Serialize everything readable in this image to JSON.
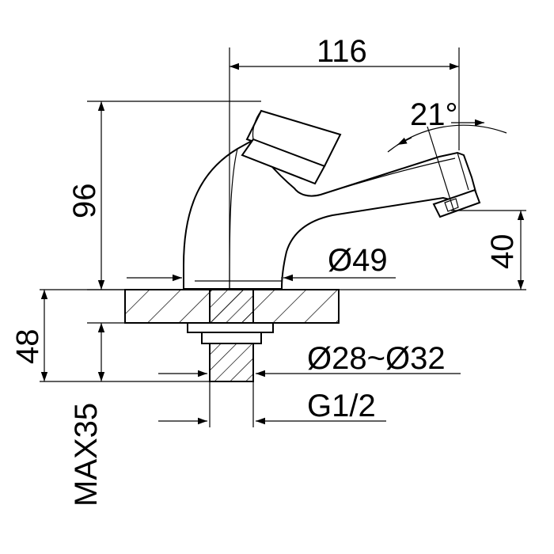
{
  "drawing": {
    "dimensions": {
      "width_116": "116",
      "angle_21": "21°",
      "height_96": "96",
      "height_40": "40",
      "diameter_49": "Ø49",
      "height_48": "48",
      "hole_diameter": "Ø28~Ø32",
      "thread": "G1/2",
      "max_thickness": "MAX35"
    }
  }
}
